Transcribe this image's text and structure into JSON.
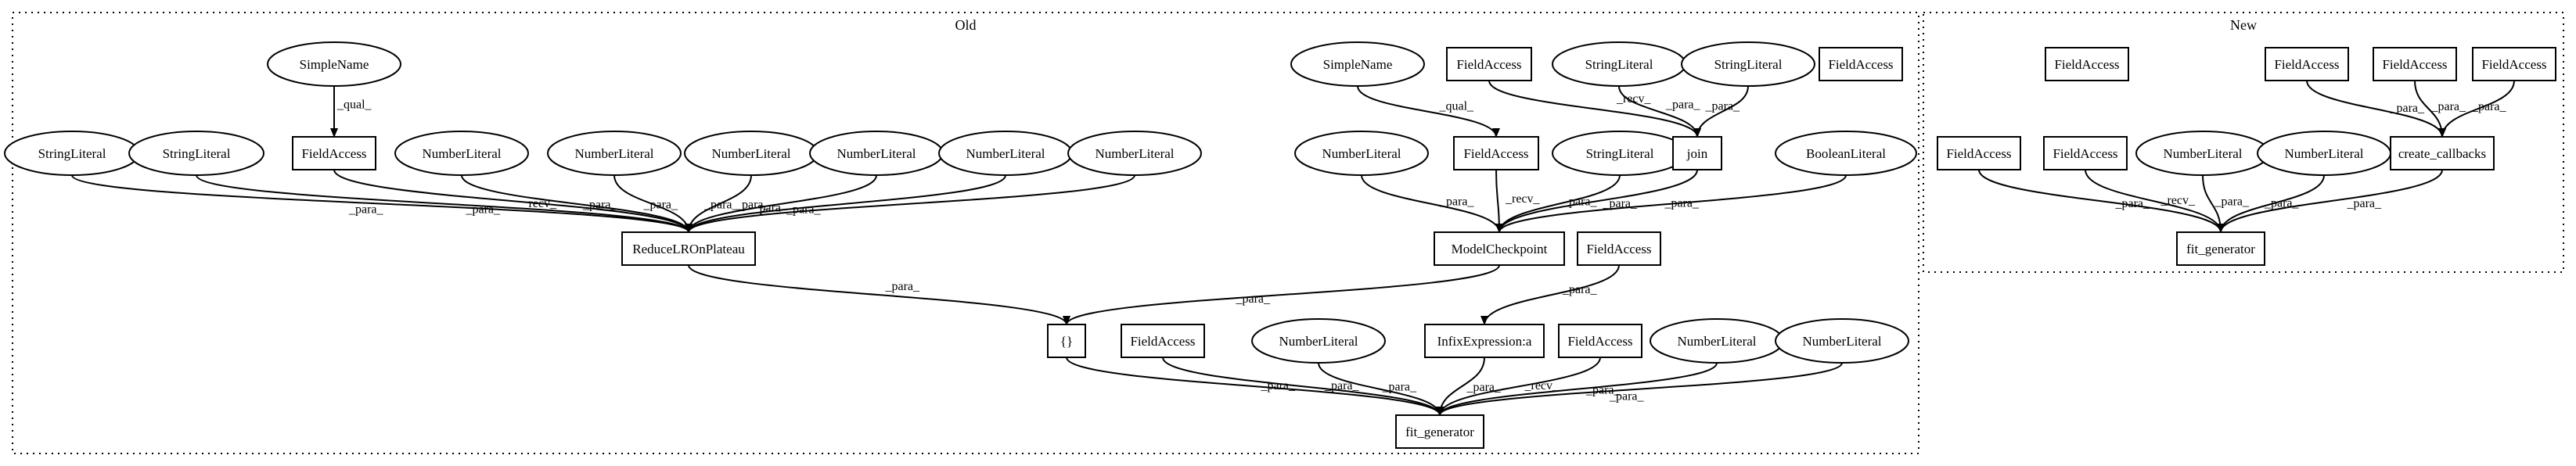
{
  "clusters": [
    {
      "id": "old",
      "label": "Old"
    },
    {
      "id": "new",
      "label": "New"
    }
  ],
  "nodes": [
    {
      "id": "o_sn1",
      "label": "SimpleName",
      "shape": "ellipse"
    },
    {
      "id": "o_fa1",
      "label": "FieldAccess",
      "shape": "box"
    },
    {
      "id": "o_sl1",
      "label": "StringLiteral",
      "shape": "ellipse"
    },
    {
      "id": "o_sl2",
      "label": "StringLiteral",
      "shape": "ellipse"
    },
    {
      "id": "o_nl1",
      "label": "NumberLiteral",
      "shape": "ellipse"
    },
    {
      "id": "o_nl2",
      "label": "NumberLiteral",
      "shape": "ellipse"
    },
    {
      "id": "o_nl3",
      "label": "NumberLiteral",
      "shape": "ellipse"
    },
    {
      "id": "o_nl4",
      "label": "NumberLiteral",
      "shape": "ellipse"
    },
    {
      "id": "o_nl5",
      "label": "NumberLiteral",
      "shape": "ellipse"
    },
    {
      "id": "o_nl6",
      "label": "NumberLiteral",
      "shape": "ellipse"
    },
    {
      "id": "o_rlr",
      "label": "ReduceLROnPlateau",
      "shape": "box"
    },
    {
      "id": "o_sn2",
      "label": "SimpleName",
      "shape": "ellipse"
    },
    {
      "id": "o_fa2",
      "label": "FieldAccess",
      "shape": "box"
    },
    {
      "id": "o_fa3",
      "label": "FieldAccess",
      "shape": "box"
    },
    {
      "id": "o_sl3",
      "label": "StringLiteral",
      "shape": "ellipse"
    },
    {
      "id": "o_sl4",
      "label": "StringLiteral",
      "shape": "ellipse"
    },
    {
      "id": "o_fa4",
      "label": "FieldAccess",
      "shape": "box"
    },
    {
      "id": "o_nl7",
      "label": "NumberLiteral",
      "shape": "ellipse"
    },
    {
      "id": "o_sl5",
      "label": "StringLiteral",
      "shape": "ellipse"
    },
    {
      "id": "o_join",
      "label": "join",
      "shape": "box"
    },
    {
      "id": "o_bl",
      "label": "BooleanLiteral",
      "shape": "ellipse"
    },
    {
      "id": "o_mc",
      "label": "ModelCheckpoint",
      "shape": "box"
    },
    {
      "id": "o_fa5",
      "label": "FieldAccess",
      "shape": "box"
    },
    {
      "id": "o_arr",
      "label": "{}",
      "shape": "box"
    },
    {
      "id": "o_fa6",
      "label": "FieldAccess",
      "shape": "box"
    },
    {
      "id": "o_nl8",
      "label": "NumberLiteral",
      "shape": "ellipse"
    },
    {
      "id": "o_infix",
      "label": "InfixExpression:a",
      "shape": "box"
    },
    {
      "id": "o_fa7",
      "label": "FieldAccess",
      "shape": "box"
    },
    {
      "id": "o_nl9",
      "label": "NumberLiteral",
      "shape": "ellipse"
    },
    {
      "id": "o_nl10",
      "label": "NumberLiteral",
      "shape": "ellipse"
    },
    {
      "id": "o_fg",
      "label": "fit_generator",
      "shape": "box"
    },
    {
      "id": "n_fa1",
      "label": "FieldAccess",
      "shape": "box"
    },
    {
      "id": "n_fa2",
      "label": "FieldAccess",
      "shape": "box"
    },
    {
      "id": "n_fa3",
      "label": "FieldAccess",
      "shape": "box"
    },
    {
      "id": "n_fa4",
      "label": "FieldAccess",
      "shape": "box"
    },
    {
      "id": "n_fa5",
      "label": "FieldAccess",
      "shape": "box"
    },
    {
      "id": "n_fa6",
      "label": "FieldAccess",
      "shape": "box"
    },
    {
      "id": "n_nl1",
      "label": "NumberLiteral",
      "shape": "ellipse"
    },
    {
      "id": "n_nl2",
      "label": "NumberLiteral",
      "shape": "ellipse"
    },
    {
      "id": "n_cc",
      "label": "create_callbacks",
      "shape": "box"
    },
    {
      "id": "n_fg",
      "label": "fit_generator",
      "shape": "box"
    }
  ],
  "edges": [
    {
      "from": "o_sn1",
      "to": "o_fa1",
      "label": "_qual_"
    },
    {
      "from": "o_sl1",
      "to": "o_rlr",
      "label": "_para_"
    },
    {
      "from": "o_sl2",
      "to": "o_rlr",
      "label": "_para_"
    },
    {
      "from": "o_fa1",
      "to": "o_rlr",
      "label": "_recv_"
    },
    {
      "from": "o_nl1",
      "to": "o_rlr",
      "label": "_para_"
    },
    {
      "from": "o_nl2",
      "to": "o_rlr",
      "label": "_para_"
    },
    {
      "from": "o_nl3",
      "to": "o_rlr",
      "label": "_para_"
    },
    {
      "from": "o_nl4",
      "to": "o_rlr",
      "label": "_para_"
    },
    {
      "from": "o_nl5",
      "to": "o_rlr",
      "label": "_para_"
    },
    {
      "from": "o_nl6",
      "to": "o_rlr",
      "label": "_para_"
    },
    {
      "from": "o_sn2",
      "to": "o_fa3",
      "label": "_qual_"
    },
    {
      "from": "o_fa2",
      "to": "o_join",
      "label": "_recv_"
    },
    {
      "from": "o_sl3",
      "to": "o_join",
      "label": "_para_"
    },
    {
      "from": "o_sl4",
      "to": "o_join",
      "label": "_para_"
    },
    {
      "from": "o_nl7",
      "to": "o_mc",
      "label": "_para_"
    },
    {
      "from": "o_fa3",
      "to": "o_mc",
      "label": "_recv_"
    },
    {
      "from": "o_sl5",
      "to": "o_mc",
      "label": "_para_"
    },
    {
      "from": "o_join",
      "to": "o_mc",
      "label": "_para_"
    },
    {
      "from": "o_bl",
      "to": "o_mc",
      "label": "_para_"
    },
    {
      "from": "o_rlr",
      "to": "o_arr",
      "label": "_para_"
    },
    {
      "from": "o_mc",
      "to": "o_arr",
      "label": "_para_"
    },
    {
      "from": "o_fa5",
      "to": "o_infix",
      "label": "_para_"
    },
    {
      "from": "o_arr",
      "to": "o_fg",
      "label": "_para_"
    },
    {
      "from": "o_fa6",
      "to": "o_fg",
      "label": "_para_"
    },
    {
      "from": "o_nl8",
      "to": "o_fg",
      "label": "_para_"
    },
    {
      "from": "o_infix",
      "to": "o_fg",
      "label": "_para_"
    },
    {
      "from": "o_fa7",
      "to": "o_fg",
      "label": "_recv_"
    },
    {
      "from": "o_nl9",
      "to": "o_fg",
      "label": "_para_"
    },
    {
      "from": "o_nl10",
      "to": "o_fg",
      "label": "_para_"
    },
    {
      "from": "n_fa2",
      "to": "n_cc",
      "label": "_para_"
    },
    {
      "from": "n_fa3",
      "to": "n_cc",
      "label": "_para_"
    },
    {
      "from": "n_fa4",
      "to": "n_cc",
      "label": "_para_"
    },
    {
      "from": "n_fa5",
      "to": "n_fg",
      "label": "_para_"
    },
    {
      "from": "n_fa6",
      "to": "n_fg",
      "label": "_recv_"
    },
    {
      "from": "n_nl1",
      "to": "n_fg",
      "label": "_para_"
    },
    {
      "from": "n_nl2",
      "to": "n_fg",
      "label": "_para_"
    },
    {
      "from": "n_cc",
      "to": "n_fg",
      "label": "_para_"
    }
  ]
}
